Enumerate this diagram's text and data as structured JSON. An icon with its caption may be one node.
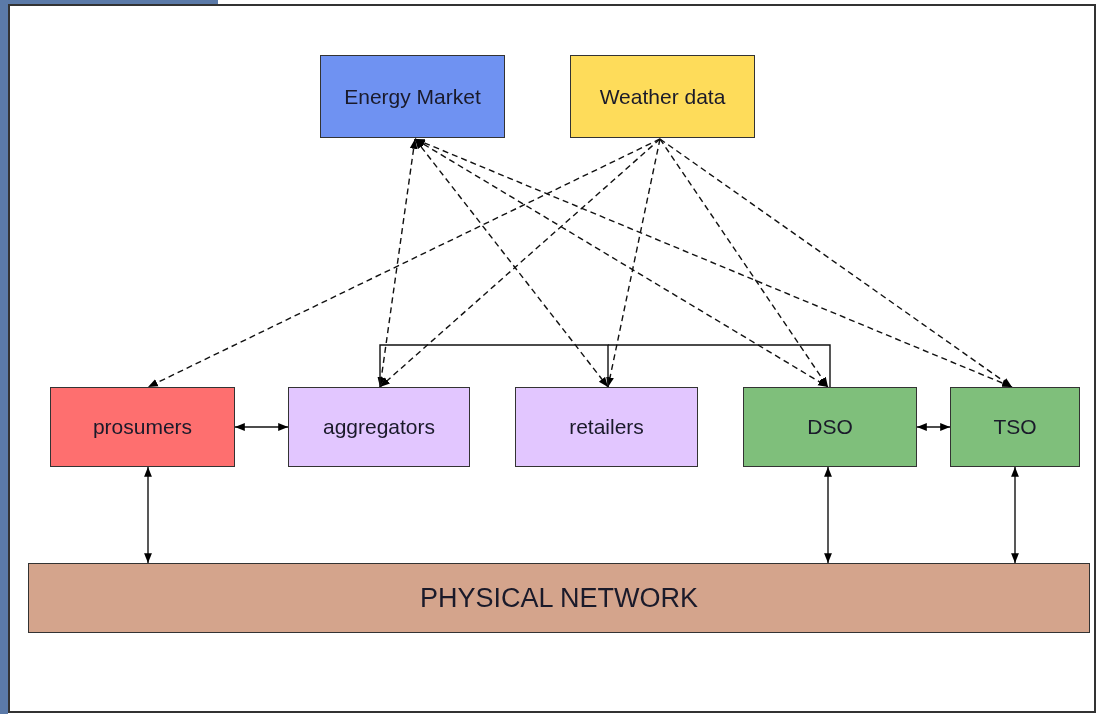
{
  "diagram": {
    "nodes": [
      {
        "text": [
          "Energy Market"
        ]
      },
      {
        "text": [
          "Weather data"
        ]
      },
      {
        "text": [
          "prosumers"
        ]
      },
      {
        "text": [
          "aggregators"
        ]
      },
      {
        "text": [
          "retailers"
        ]
      },
      {
        "text": [
          "DSO"
        ]
      },
      {
        "text": [
          "TSO"
        ]
      },
      {
        "text": [
          "PHYSICAL NETWORK"
        ]
      }
    ],
    "edges": [
      {
        "from": 0,
        "to": 3,
        "arrow": "both",
        "style": "dashed"
      },
      {
        "from": 0,
        "to": 4,
        "arrow": "both",
        "style": "dashed"
      },
      {
        "from": 0,
        "to": 5,
        "arrow": "both",
        "style": "dashed"
      },
      {
        "from": 0,
        "to": 6,
        "arrow": "both",
        "style": "dashed"
      },
      {
        "from": 1,
        "to": 2,
        "arrow": "to",
        "style": "dashed"
      },
      {
        "from": 1,
        "to": 3,
        "arrow": "to",
        "style": "dashed"
      },
      {
        "from": 1,
        "to": 4,
        "arrow": "to",
        "style": "dashed"
      },
      {
        "from": 1,
        "to": 5,
        "arrow": "to",
        "style": "dashed"
      },
      {
        "from": 1,
        "to": 6,
        "arrow": "to",
        "style": "dashed"
      },
      {
        "from": 3,
        "to": 4,
        "arrow": "none"
      },
      {
        "from": 4,
        "to": 5,
        "arrow": "none"
      },
      {
        "from": 2,
        "to": 3,
        "arrow": "both"
      },
      {
        "from": 5,
        "to": 6,
        "arrow": "both"
      },
      {
        "from": 2,
        "to": 7,
        "arrow": "both"
      },
      {
        "from": 5,
        "to": 7,
        "arrow": "both"
      },
      {
        "from": 6,
        "to": 7,
        "arrow": "both"
      }
    ]
  }
}
